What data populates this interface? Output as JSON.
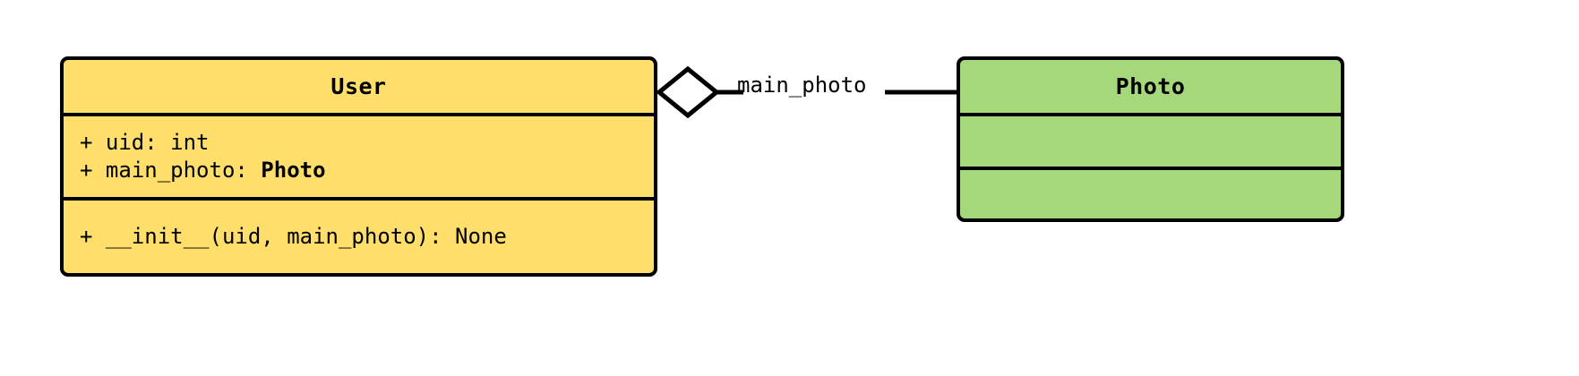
{
  "diagram": {
    "type": "uml-class-diagram",
    "background": "#ffffff",
    "classes": [
      {
        "id": "user",
        "name": "User",
        "fill": "#FFDE6B",
        "stroke": "#000000",
        "attributes": [
          {
            "visibility": "+",
            "text": "+ uid: int",
            "name": "uid",
            "type": "int"
          },
          {
            "visibility": "+",
            "text_prefix": "+ main_photo: ",
            "type_ref": "Photo",
            "name": "main_photo",
            "type": "Photo"
          }
        ],
        "methods": [
          {
            "visibility": "+",
            "text": "+ __init__(uid, main_photo): None",
            "name": "__init__",
            "params": "uid, main_photo",
            "returns": "None"
          }
        ]
      },
      {
        "id": "photo",
        "name": "Photo",
        "fill": "#A5D77B",
        "stroke": "#000000",
        "attributes": [],
        "methods": []
      }
    ],
    "relationships": [
      {
        "id": "user-photo",
        "kind": "aggregation",
        "source": "User",
        "target": "Photo",
        "label": "main_photo",
        "diamond_fill": "#ffffff",
        "diamond_stroke": "#000000"
      }
    ]
  }
}
